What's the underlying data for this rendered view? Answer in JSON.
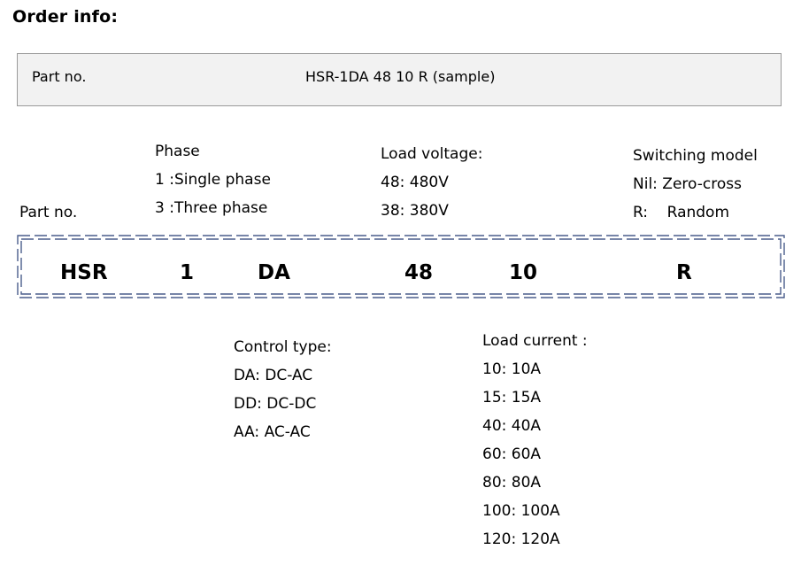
{
  "title": "Order info:",
  "part_no_box": {
    "label": "Part no.",
    "value": "HSR-1DA 48 10 R (sample)"
  },
  "part_no_label": "Part no.",
  "phase": {
    "heading": "Phase",
    "options": [
      "1 :Single phase",
      "3 :Three phase"
    ]
  },
  "load_voltage": {
    "heading": "Load voltage:",
    "options": [
      "48: 480V",
      "38: 380V"
    ]
  },
  "switching_model": {
    "heading": "Switching model",
    "options": [
      "Nil: Zero-cross",
      "R:    Random"
    ]
  },
  "code_segments": [
    "HSR",
    "1",
    "DA",
    "48",
    "10",
    "R"
  ],
  "control_type": {
    "heading": "Control type:",
    "options": [
      "DA: DC-AC",
      "DD: DC-DC",
      "AA: AC-AC"
    ]
  },
  "load_current": {
    "heading": "Load current :",
    "options": [
      "10: 10A",
      "15: 15A",
      "40: 40A",
      "60: 60A",
      "80: 80A",
      "100: 100A",
      "120: 120A"
    ]
  },
  "colors": {
    "frame": "#4a5d8c",
    "box_fill": "#f2f2f2",
    "box_border": "#9a9a9a"
  }
}
